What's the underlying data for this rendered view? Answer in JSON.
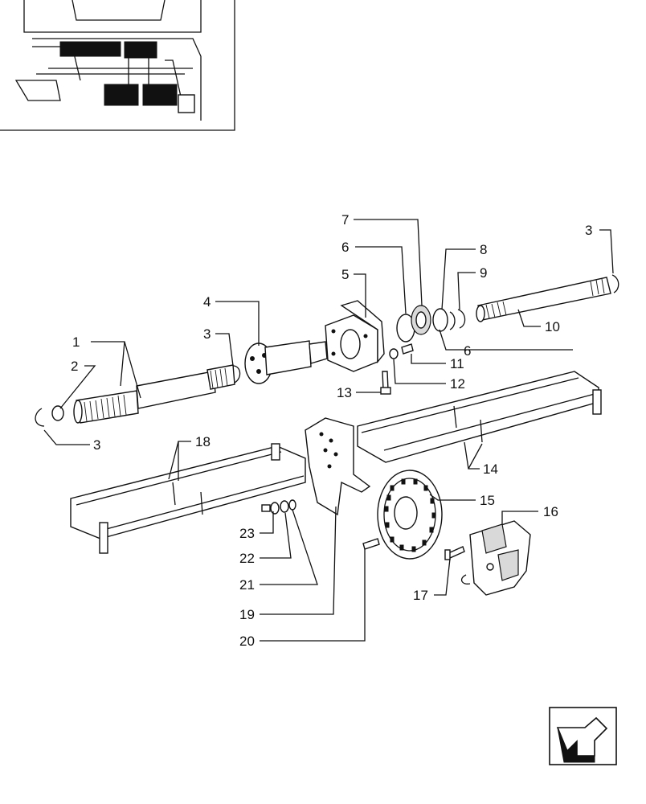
{
  "diagram": {
    "callouts": [
      {
        "id": "c1",
        "label": "1"
      },
      {
        "id": "c2",
        "label": "2"
      },
      {
        "id": "c3a",
        "label": "3"
      },
      {
        "id": "c3b",
        "label": "3"
      },
      {
        "id": "c3c",
        "label": "3"
      },
      {
        "id": "c4",
        "label": "4"
      },
      {
        "id": "c5",
        "label": "5"
      },
      {
        "id": "c6a",
        "label": "6"
      },
      {
        "id": "c6b",
        "label": "6"
      },
      {
        "id": "c7",
        "label": "7"
      },
      {
        "id": "c8",
        "label": "8"
      },
      {
        "id": "c9",
        "label": "9"
      },
      {
        "id": "c10",
        "label": "10"
      },
      {
        "id": "c11",
        "label": "11"
      },
      {
        "id": "c12",
        "label": "12"
      },
      {
        "id": "c13",
        "label": "13"
      },
      {
        "id": "c14",
        "label": "14"
      },
      {
        "id": "c15",
        "label": "15"
      },
      {
        "id": "c16",
        "label": "16"
      },
      {
        "id": "c17",
        "label": "17"
      },
      {
        "id": "c18",
        "label": "18"
      },
      {
        "id": "c19",
        "label": "19"
      },
      {
        "id": "c20",
        "label": "20"
      },
      {
        "id": "c21",
        "label": "21"
      },
      {
        "id": "c22",
        "label": "22"
      },
      {
        "id": "c23",
        "label": "23"
      }
    ]
  }
}
